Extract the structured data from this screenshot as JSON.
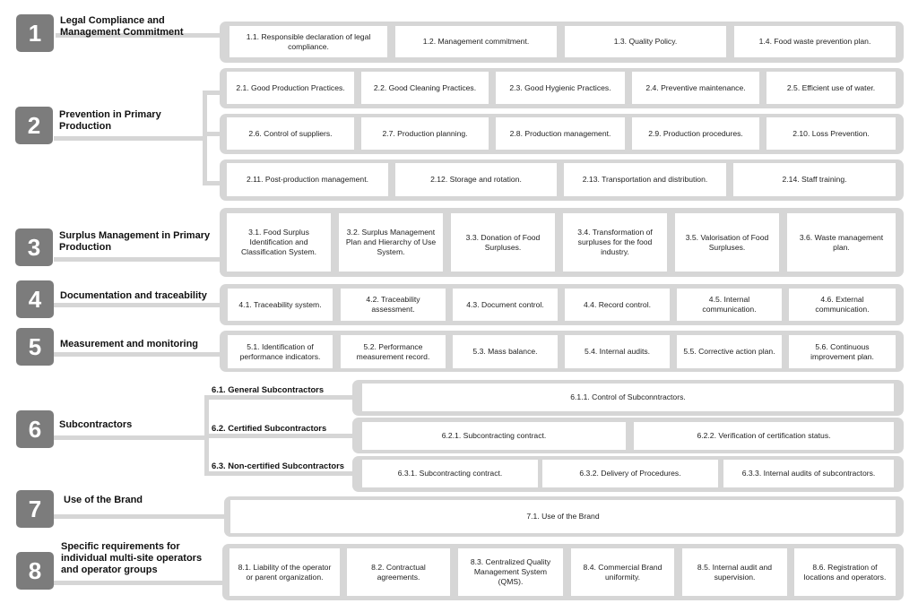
{
  "sections": [
    {
      "num": "1",
      "title": "Legal Compliance and Management Commitment",
      "items": [
        "1.1. Responsible declaration of legal compliance.",
        "1.2. Management commitment.",
        "1.3. Quality Policy.",
        "1.4.   Food waste prevention plan."
      ]
    },
    {
      "num": "2",
      "title": "Prevention in Primary Production",
      "items": [
        "2.1.  Good Production Practices.",
        "2.2. Good Cleaning Practices.",
        "2.3. Good Hygienic Practices.",
        "2.4. Preventive maintenance.",
        "2.5. Efficient use of water.",
        "2.6. Control of suppliers.",
        "2.7. Production planning.",
        "2.8. Production management.",
        "2.9. Production procedures.",
        "2.10. Loss Prevention.",
        "2.11. Post-production management.",
        "2.12. Storage and rotation.",
        "2.13. Transportation and distribution.",
        "2.14. Staff training."
      ]
    },
    {
      "num": "3",
      "title": "Surplus Management in Primary Production",
      "items": [
        "3.1. Food Surplus Identification and Classification System.",
        "3.2. Surplus Management Plan and Hierarchy of Use System.",
        "3.3. Donation of Food Surpluses.",
        "3.4. Transformation of surpluses for the food industry.",
        "3.5. Valorisation of Food Surpluses.",
        "3.6. Waste management plan."
      ]
    },
    {
      "num": "4",
      "title": "Documentation and traceability",
      "items": [
        "4.1. Traceability system.",
        "4.2. Traceability assessment.",
        "4.3. Document control.",
        "4.4. Record control.",
        "4.5. Internal communication.",
        "4.6. External communication."
      ]
    },
    {
      "num": "5",
      "title": "Measurement and monitoring",
      "items": [
        "5.1. Identification of performance indicators.",
        "5.2. Performance measurement record.",
        "5.3. Mass balance.",
        "5.4. Internal audits.",
        "5.5. Corrective action plan.",
        "5.6. Continuous improvement plan."
      ]
    },
    {
      "num": "6",
      "title": "Subcontractors",
      "subgroups": [
        {
          "label": "6.1. General Subcontractors",
          "items": [
            "6.1.1.   Control of Subconntractors."
          ]
        },
        {
          "label": "6.2. Certified Subcontractors",
          "items": [
            "6.2.1. Subcontracting contract.",
            "6.2.2. Verification of certification status."
          ]
        },
        {
          "label": "6.3. Non-certified Subcontractors",
          "items": [
            "6.3.1. Subcontracting contract.",
            "6.3.2. Delivery of Procedures.",
            "6.3.3. Internal audits of subcontractors."
          ]
        }
      ]
    },
    {
      "num": "7",
      "title": "Use of the Brand",
      "items": [
        "7.1.   Use of the Brand"
      ]
    },
    {
      "num": "8",
      "title": "Specific requirements for individual multi-site operators and operator groups",
      "items": [
        "8.1. Liability of the operator or parent organization.",
        "8.2. Contractual agreements.",
        "8.3. Centralized Quality Management System (QMS).",
        "8.4. Commercial Brand uniformity.",
        "8.5. Internal audit and supervision.",
        "8.6. Registration of locations and operators."
      ]
    }
  ]
}
